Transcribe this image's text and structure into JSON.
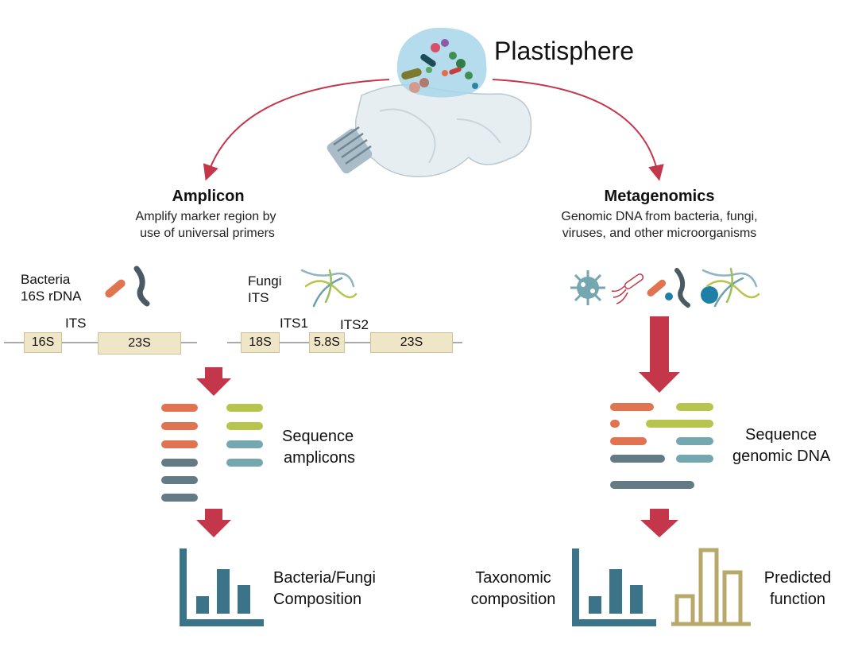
{
  "title": "Plastisphere",
  "amplicon": {
    "heading": "Amplicon",
    "desc_line1": "Amplify marker region by",
    "desc_line2": "use of universal primers",
    "bacteria": {
      "line1": "Bacteria",
      "line2": "16S rDNA",
      "gap_label": "ITS",
      "box1": "16S",
      "box2": "23S"
    },
    "fungi": {
      "line1": "Fungi",
      "line2": "ITS",
      "gap1_label": "ITS1",
      "gap2_label": "ITS2",
      "box1": "18S",
      "box2": "5.8S",
      "box3": "23S"
    },
    "sequence_line1": "Sequence",
    "sequence_line2": "amplicons",
    "result_line1": "Bacteria/Fungi",
    "result_line2": "Composition"
  },
  "metagenomics": {
    "heading": "Metagenomics",
    "desc_line1": "Genomic DNA from bacteria, fungi,",
    "desc_line2": "viruses, and other microorganisms",
    "sequence_line1": "Sequence",
    "sequence_line2": "genomic DNA",
    "taxonomic_line1": "Taxonomic",
    "taxonomic_line2": "composition",
    "predicted_line1": "Predicted",
    "predicted_line2": "function"
  },
  "colors": {
    "arrow": "#c4364a",
    "orange": "#e07451",
    "slate": "#637b85",
    "lime": "#b7c44e",
    "teal": "#75a7b1",
    "chart": "#3b7488",
    "function_chart": "#b8a86a"
  }
}
